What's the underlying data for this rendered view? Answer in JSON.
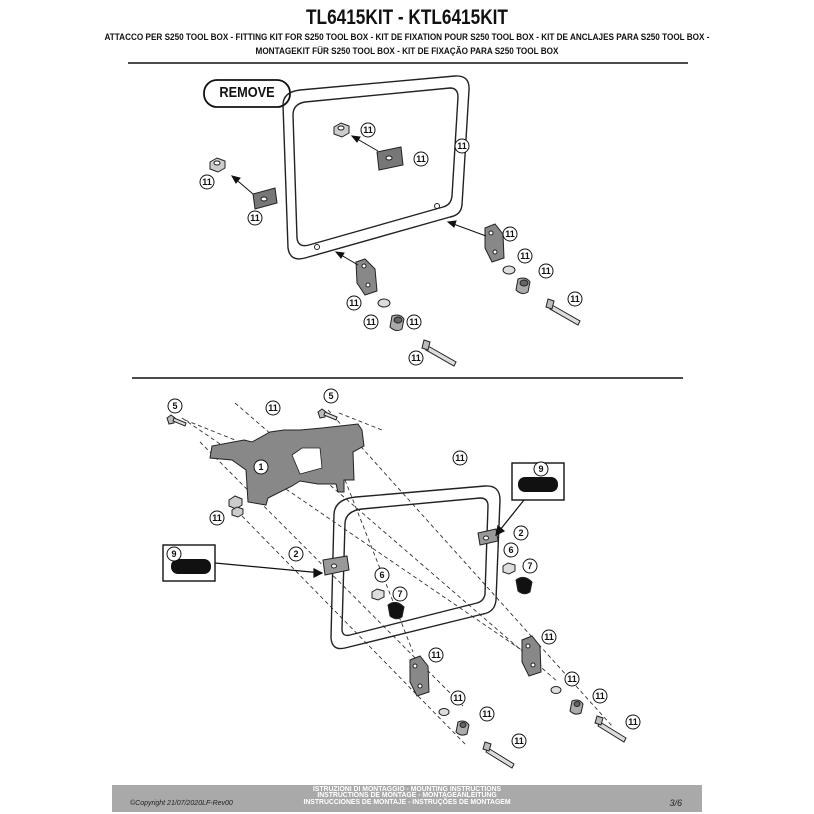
{
  "header": {
    "title": "TL6415KIT - KTL6415KIT",
    "subtitle_line1": "ATTACCO  PER S250 TOOL BOX - FITTING KIT FOR S250 TOOL BOX - KIT DE FIXATION POUR S250 TOOL BOX - KIT DE ANCLAJES PARA S250 TOOL BOX -",
    "subtitle_line2": "MONTAGEKIT FÜR S250 TOOL BOX - KIT DE FIXAÇÃO PARA S250 TOOL BOX"
  },
  "upper_diagram": {
    "remove_label": "REMOVE",
    "callouts": [
      "11",
      "11",
      "11",
      "11",
      "11",
      "11",
      "11",
      "11",
      "11",
      "11",
      "11",
      "11",
      "11"
    ]
  },
  "lower_diagram": {
    "callouts": [
      "5",
      "11",
      "5",
      "11",
      "1",
      "11",
      "2",
      "9",
      "6",
      "7",
      "9",
      "2",
      "6",
      "7",
      "11",
      "11",
      "11",
      "11",
      "11",
      "11",
      "11",
      "11"
    ]
  },
  "footer": {
    "instructions_line1": "ISTRUZIONI DI MONTAGGIO  -  MOUNTING INSTRUCTIONS",
    "instructions_line2": "INSTRUCTIONS DE MONTAGE - MONTAGEANLEITUNG",
    "instructions_line3": "INSTRUCCIONES DE MONTAJE - INSTRUÇÕES DE MONTAGEM",
    "copyright": "©Copyright 21/07/2020LF-Rev00",
    "page": "3/6"
  }
}
